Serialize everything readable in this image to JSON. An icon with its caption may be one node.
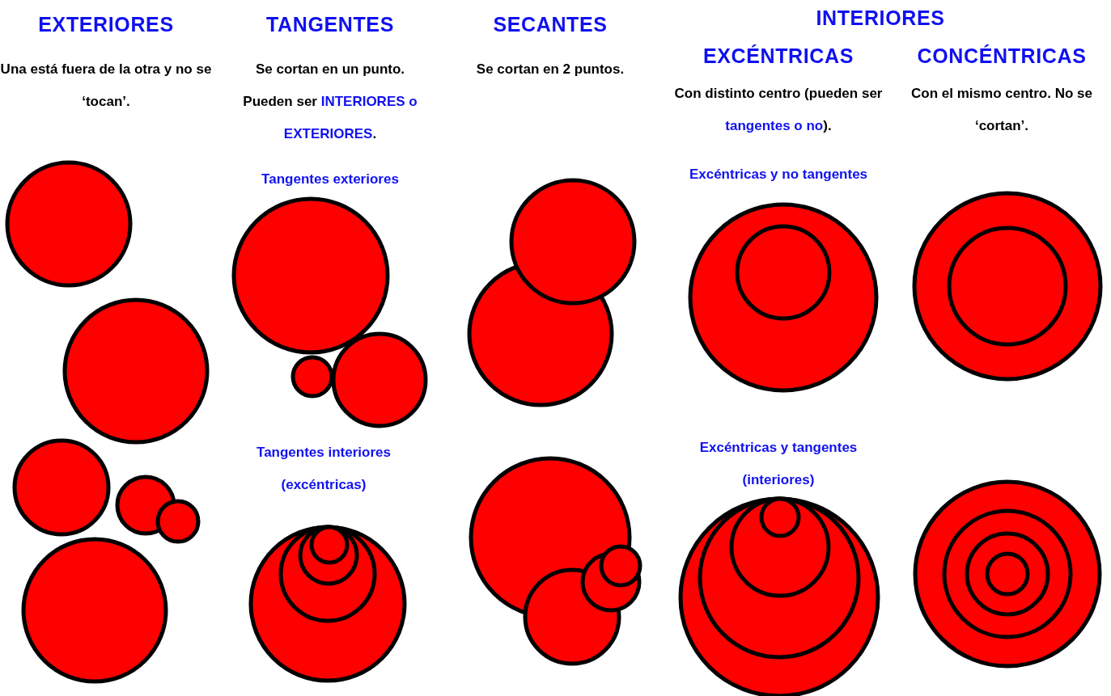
{
  "diagram": {
    "labels": [
      "EXTERIORES",
      "TANGENTES",
      "SECANTES",
      "INTERIORES",
      "EXCÉNTRICAS",
      "CONCÉNTRICAS",
      "Una está fuera de la otra y no se ‘tocan’.",
      "Se cortan en un punto. Pueden ser **INTERIORES o EXTERIORES**.",
      "Se cortan en 2 puntos.",
      "Con distinto centro (pueden ser **tangentes o no**).",
      "Con el mismo centro. No se ‘cortan’.",
      "Tangentes exteriores",
      "Excéntricas y no tangentes",
      "Tangentes interiores (excéntricas)",
      "Excéntricas y tangentes (interiores)"
    ]
  }
}
